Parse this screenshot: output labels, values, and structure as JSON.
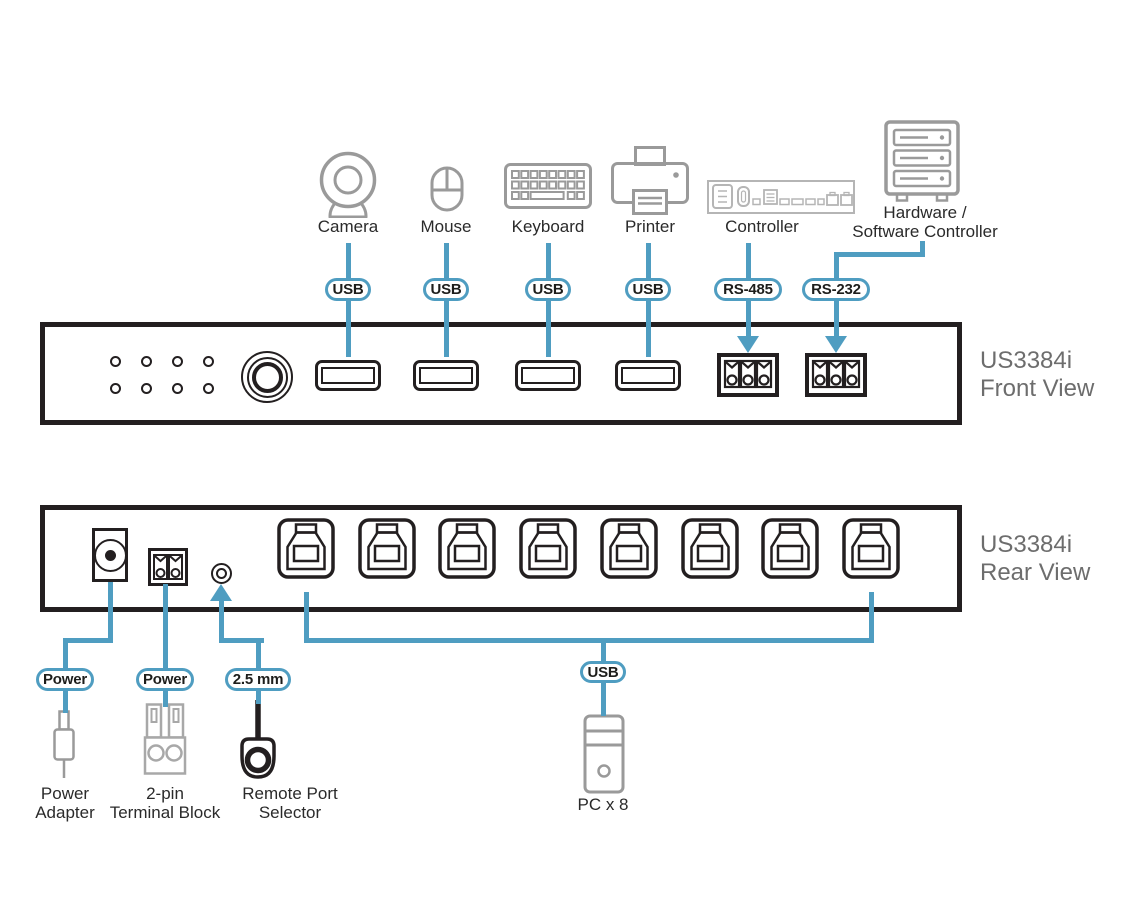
{
  "peripherals": {
    "camera": {
      "label": "Camera",
      "pill": "USB"
    },
    "mouse": {
      "label": "Mouse",
      "pill": "USB"
    },
    "keyboard": {
      "label": "Keyboard",
      "pill": "USB"
    },
    "printer": {
      "label": "Printer",
      "pill": "USB"
    },
    "controller": {
      "label": "Controller",
      "pill": "RS-485"
    },
    "hw_sw_controller": {
      "label_line1": "Hardware /",
      "label_line2": "Software Controller",
      "pill": "RS-232"
    }
  },
  "front_panel": {
    "model": "US3384i",
    "view": "Front View",
    "led_rows": 2,
    "led_cols": 4,
    "usb_a_port_count": 4,
    "serial_block_count": 2
  },
  "rear_panel": {
    "model": "US3384i",
    "view": "Rear View",
    "usb_b_port_count": 8
  },
  "connections": {
    "power_adapter": {
      "pill": "Power",
      "label_line1": "Power",
      "label_line2": "Adapter"
    },
    "terminal_block": {
      "pill": "Power",
      "label_line1": "2-pin",
      "label_line2": "Terminal Block"
    },
    "remote_selector": {
      "pill": "2.5 mm",
      "label_line1": "Remote Port",
      "label_line2": "Selector"
    },
    "pc": {
      "pill": "USB",
      "label": "PC x 8"
    }
  },
  "colors": {
    "accent_blue": "#4F9DC1",
    "panel_border_black": "#231F20",
    "device_icon_gray": "#9A9A9A",
    "controller_icon_gray": "#B5B5B5",
    "model_text_gray": "#6D6D6D",
    "label_text": "#2A2A2A"
  }
}
